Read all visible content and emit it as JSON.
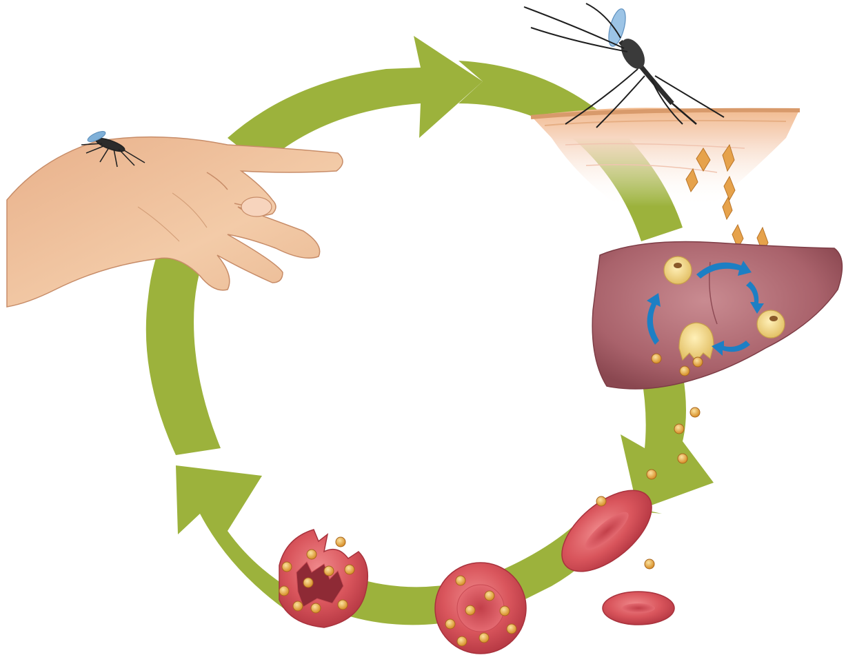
{
  "diagram": {
    "stages": [
      "mosquito-on-hand",
      "mosquito-biting-skin",
      "sporozoites-in-bloodstream",
      "liver-infection",
      "merozoites-released",
      "red-blood-cell-infected",
      "merozoites-multiply-in-red-cell",
      "red-cell-bursts-releasing-merozoites"
    ],
    "colors": {
      "cycle_arrow": "#9cb23c",
      "liver": "#b06a72",
      "liver_arrows": "#1d7fc4",
      "red_cell": "#d9555c",
      "parasite": "#e9b24a",
      "skin": "#f3c6a3",
      "hand": "#f0c29a",
      "mosquito": "#2b2b2b"
    }
  }
}
